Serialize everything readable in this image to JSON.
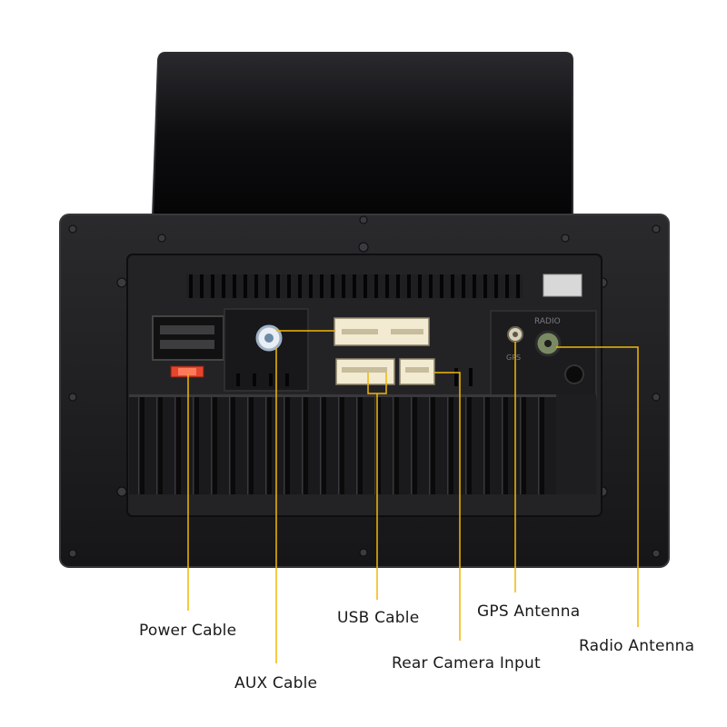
{
  "colors": {
    "callout_line": "#f2b705",
    "housing": "#1b1b1d",
    "housing_edge": "#2c2c2f",
    "screen": "#0c0c0e",
    "connector": "#f3ead2",
    "fuse": "#e5452c"
  },
  "labels": {
    "power": "Power Cable",
    "aux": "AUX Cable",
    "usb": "USB Cable",
    "rear_camera": "Rear Camera Input",
    "gps": "GPS Antenna",
    "radio": "Radio Antenna"
  },
  "panel_text": {
    "radio": "RADIO",
    "gps": "GPS"
  }
}
